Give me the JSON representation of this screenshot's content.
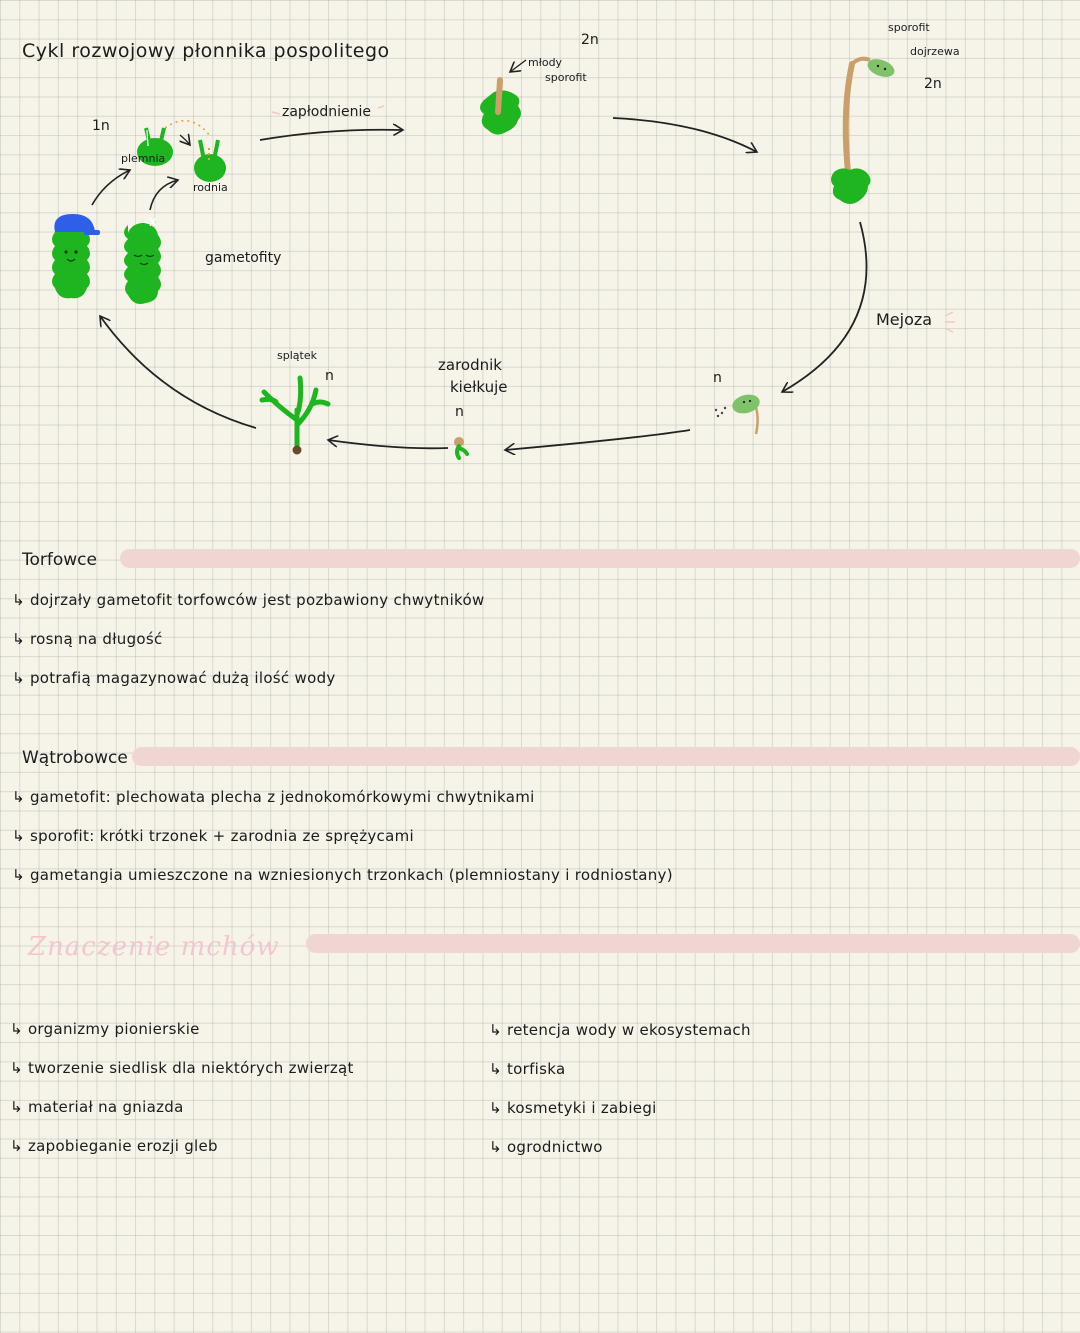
{
  "diagram": {
    "title": "Cykl rozwojowy płonnika pospolitego",
    "label_1n": "1n",
    "label_plemnia": "plemnia",
    "label_rodnia": "rodnia",
    "label_gametofity": "gametofity",
    "label_zaplodnienie": "zapłodnienie",
    "label_2n_top": "2n",
    "label_mlody_sporofit_1": "młody",
    "label_mlody_sporofit_2": "sporofit",
    "label_sporofit_dojrzewa_1": "sporofit",
    "label_sporofit_dojrzewa_2": "dojrzewa",
    "label_2n_right": "2n",
    "label_mejoza": "Mejoza",
    "label_n_spore": "n",
    "label_zarodnik_1": "zarodnik",
    "label_zarodnik_2": "kiełkuje",
    "label_n_zarodnik": "n",
    "label_splatek": "splątek",
    "label_n_splatek": "n"
  },
  "torfowce": {
    "heading": "Torfowce",
    "items": [
      "dojrzały gametofit torfowców jest pozbawiony chwytników",
      "rosną na długość",
      "potrafią magazynować dużą ilość wody"
    ]
  },
  "watrobowce": {
    "heading": "Wątrobowce",
    "items": [
      "gametofit: plechowata plecha z jednokomórkowymi chwytnikami",
      "sporofit: krótki trzonek + zarodnia ze sprężycami",
      "gametangia umieszczone na wzniesionych trzonkach (plemniostany i rodniostany)"
    ]
  },
  "znaczenie": {
    "heading": "Znaczenie mchów",
    "left_items": [
      "organizmy pionierskie",
      "tworzenie siedlisk dla niektórych zwierząt",
      "materiał na gniazda",
      "zapobieganie erozji gleb"
    ],
    "right_items": [
      "retencja wody w ekosystemach",
      "torfiska",
      "kosmetyki i zabiegi",
      "ogrodnictwo"
    ]
  },
  "colors": {
    "moss_green": "#1fb520",
    "stalk_tan": "#c9a06a",
    "capsule_green": "#7fc26a",
    "cap_blue": "#2f5ee8",
    "highlight_pink": "#f0d6d3",
    "heading_pink": "#f3c6cf"
  }
}
